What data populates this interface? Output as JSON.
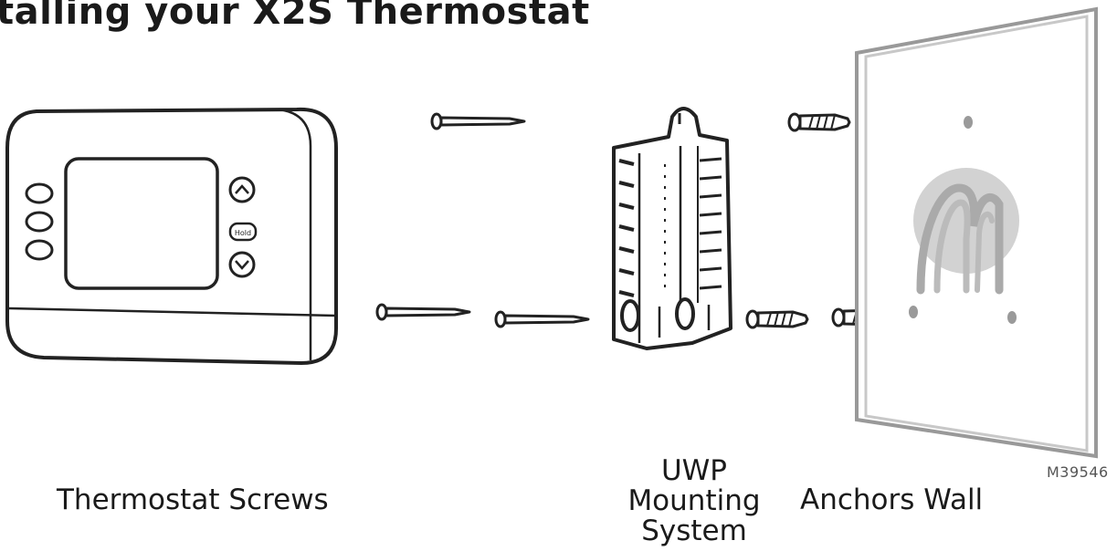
{
  "title": "talling your X2S Thermostat",
  "thermostat": {
    "caption": "Thermostat",
    "hold_label": "Hold"
  },
  "labels": {
    "screws": "Screws",
    "uwp_line1": "UWP",
    "uwp_line2": "Mounting",
    "uwp_line3": "System",
    "anchors": "Anchors",
    "wall": "Wall"
  },
  "figure_code": "M39546",
  "icons": {
    "up": "chevron-up-icon",
    "down": "chevron-down-icon",
    "logo": "wall-logo-icon"
  }
}
